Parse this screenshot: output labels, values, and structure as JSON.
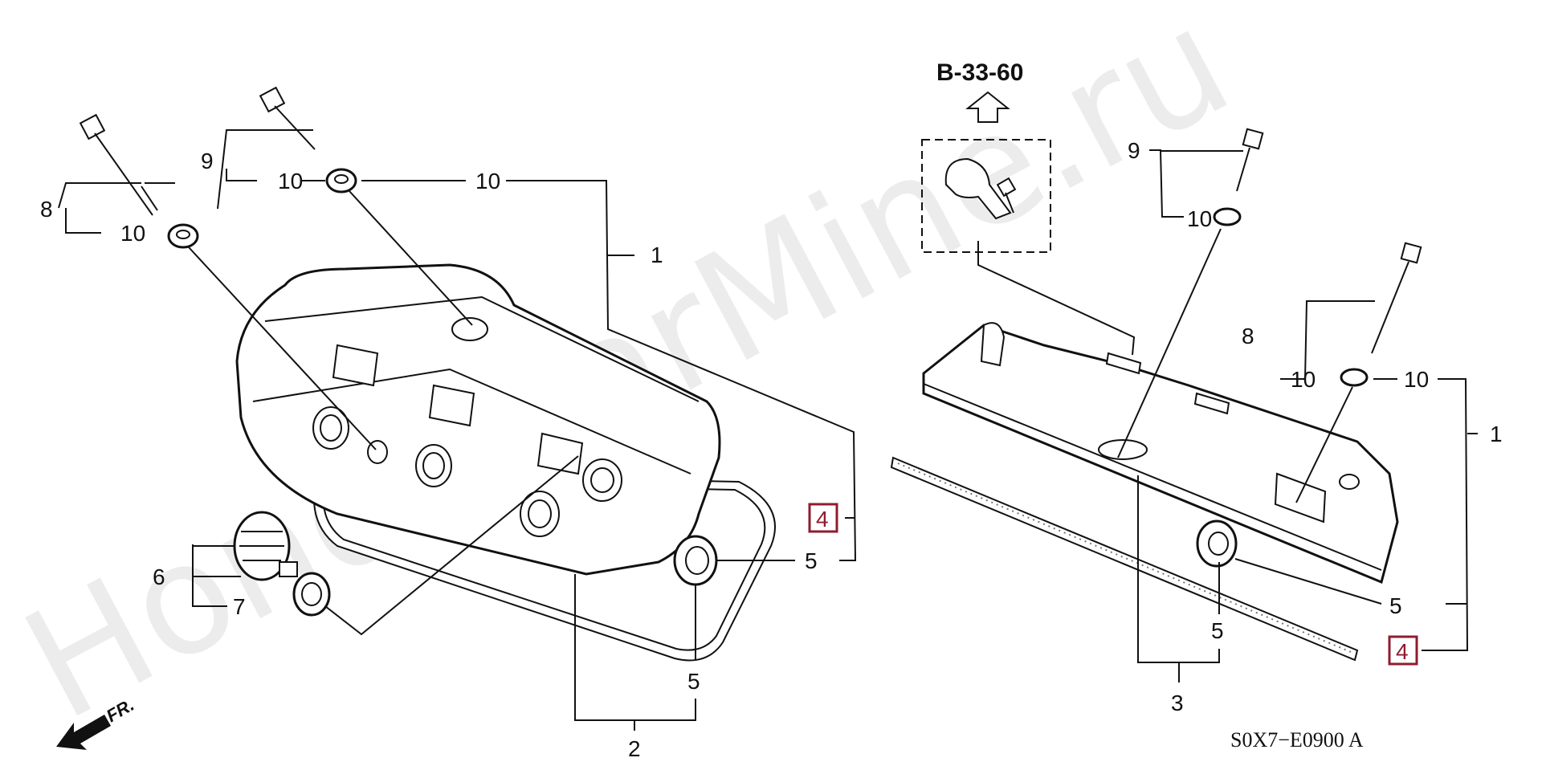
{
  "watermark": "HondaCarMine.ru",
  "ref_section": "B-33-60",
  "diagram_code": "S0X7−E0900 A",
  "front_indicator": "FR.",
  "highlight_color": "#8e1d2f",
  "callouts": {
    "left": {
      "c1": "1",
      "c2": "2",
      "c4": "4",
      "c5a": "5",
      "c5b": "5",
      "c6": "6",
      "c7": "7",
      "c8": "8",
      "c9": "9",
      "c10a": "10",
      "c10b": "10",
      "c10c": "10"
    },
    "right": {
      "c1": "1",
      "c3": "3",
      "c4": "4",
      "c5a": "5",
      "c5b": "5",
      "c8": "8",
      "c9": "9",
      "c10a": "10",
      "c10b": "10",
      "c10c": "10"
    }
  }
}
